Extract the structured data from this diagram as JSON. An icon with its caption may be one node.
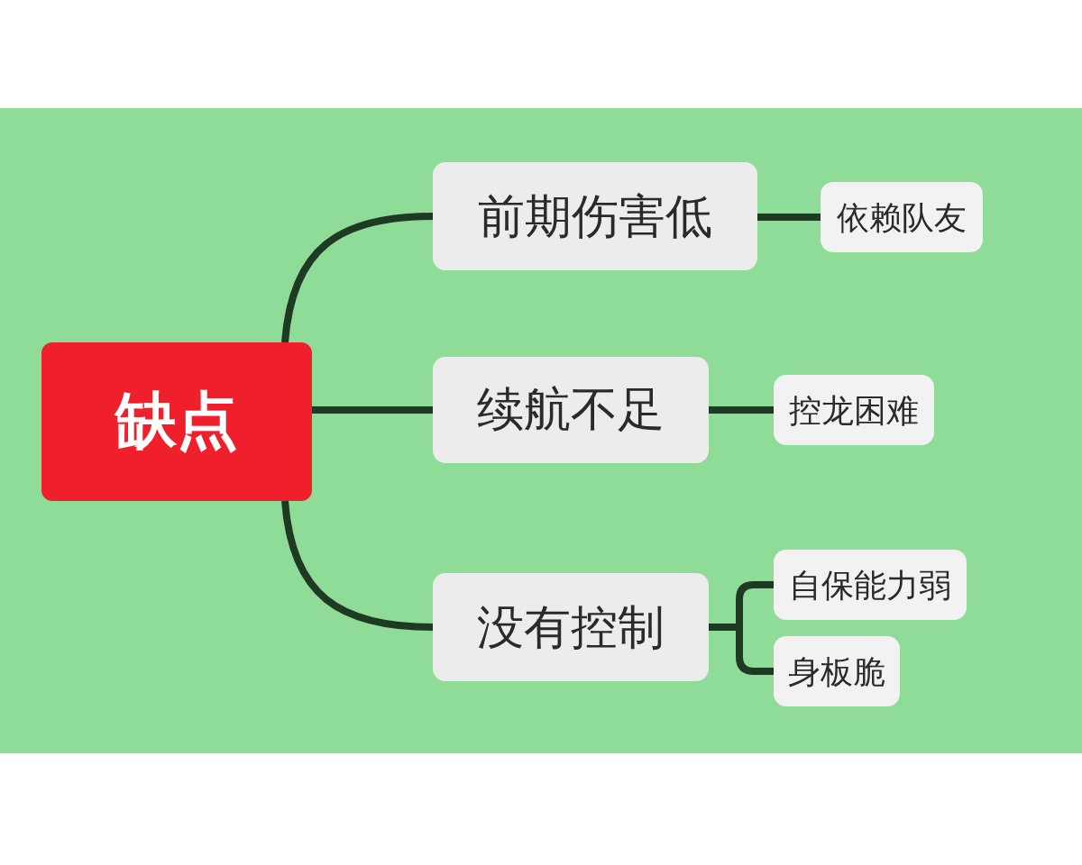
{
  "diagram": {
    "nodes": [
      {
        "text": [
          "缺点"
        ]
      },
      {
        "text": [
          "前期伤害低"
        ]
      },
      {
        "text": [
          "依赖队友"
        ]
      },
      {
        "text": [
          "续航不足"
        ]
      },
      {
        "text": [
          "控龙困难"
        ]
      },
      {
        "text": [
          "没有控制"
        ]
      },
      {
        "text": [
          "自保能力弱"
        ]
      },
      {
        "text": [
          "身板脆"
        ]
      }
    ],
    "edges": [
      {
        "from": 0,
        "to": 1,
        "arrow": "none"
      },
      {
        "from": 0,
        "to": 3,
        "arrow": "none"
      },
      {
        "from": 0,
        "to": 5,
        "arrow": "none"
      },
      {
        "from": 1,
        "to": 2,
        "arrow": "none"
      },
      {
        "from": 3,
        "to": 4,
        "arrow": "none"
      },
      {
        "from": 5,
        "to": 6,
        "arrow": "none"
      },
      {
        "from": 5,
        "to": 7,
        "arrow": "none"
      }
    ]
  }
}
